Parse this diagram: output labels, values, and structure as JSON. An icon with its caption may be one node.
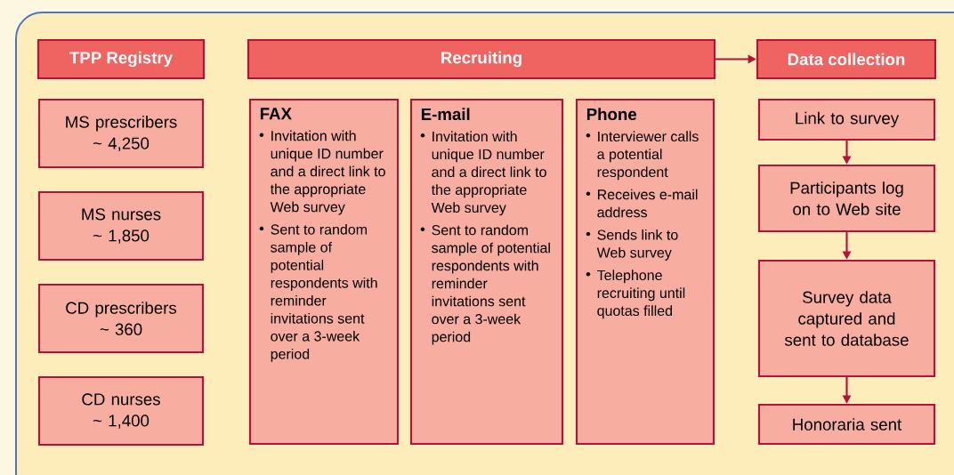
{
  "diagram": {
    "nodes": [
      {
        "text": [
          "TPP Registry"
        ]
      },
      {
        "text": [
          "Recruiting"
        ]
      },
      {
        "text": [
          "Data collection"
        ]
      },
      {
        "text": [
          "MS prescribers ~ 4,250"
        ]
      },
      {
        "text": [
          "MS nurses ~ 1,850"
        ]
      },
      {
        "text": [
          "CD prescribers ~ 360"
        ]
      },
      {
        "text": [
          "CD nurses ~ 1,400"
        ]
      },
      {
        "text": [
          "FAX",
          "Invitation with unique ID number and a direct link to the appropriate Web survey",
          "Sent to random sample of potential respondents with reminder invitations sent over a 3-week period"
        ]
      },
      {
        "text": [
          "E-mail",
          "Invitation with unique ID number and a direct link to the appropriate Web survey",
          "Sent to random sample of potential respondents with reminder invitations sent over a 3-week period"
        ]
      },
      {
        "text": [
          "Phone",
          "Interviewer calls a potential respondent",
          "Receives e-mail address",
          "Sends link to Web survey",
          "Telephone recruiting until quotas filled"
        ]
      },
      {
        "text": [
          "Link to survey"
        ]
      },
      {
        "text": [
          "Participants log on to Web site"
        ]
      },
      {
        "text": [
          "Survey data captured and sent to database"
        ]
      },
      {
        "text": [
          "Honoraria sent"
        ]
      }
    ],
    "edges": [
      {
        "from": 1,
        "to": 2,
        "arrow": "to"
      },
      {
        "from": 10,
        "to": 11,
        "arrow": "to"
      },
      {
        "from": 11,
        "to": 12,
        "arrow": "to"
      },
      {
        "from": 12,
        "to": 13,
        "arrow": "to"
      }
    ]
  }
}
